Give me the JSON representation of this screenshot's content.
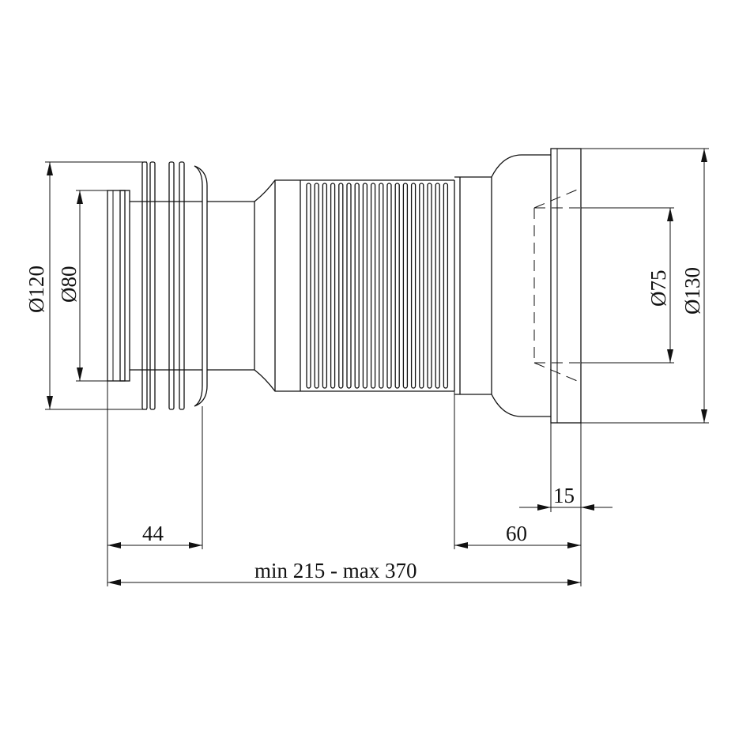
{
  "dimensions": {
    "d120": "Ø120",
    "d80": "Ø80",
    "d75": "Ø75",
    "d130": "Ø130",
    "len_44": "44",
    "len_60": "60",
    "len_15": "15",
    "len_total": "min 215 - max 370"
  }
}
